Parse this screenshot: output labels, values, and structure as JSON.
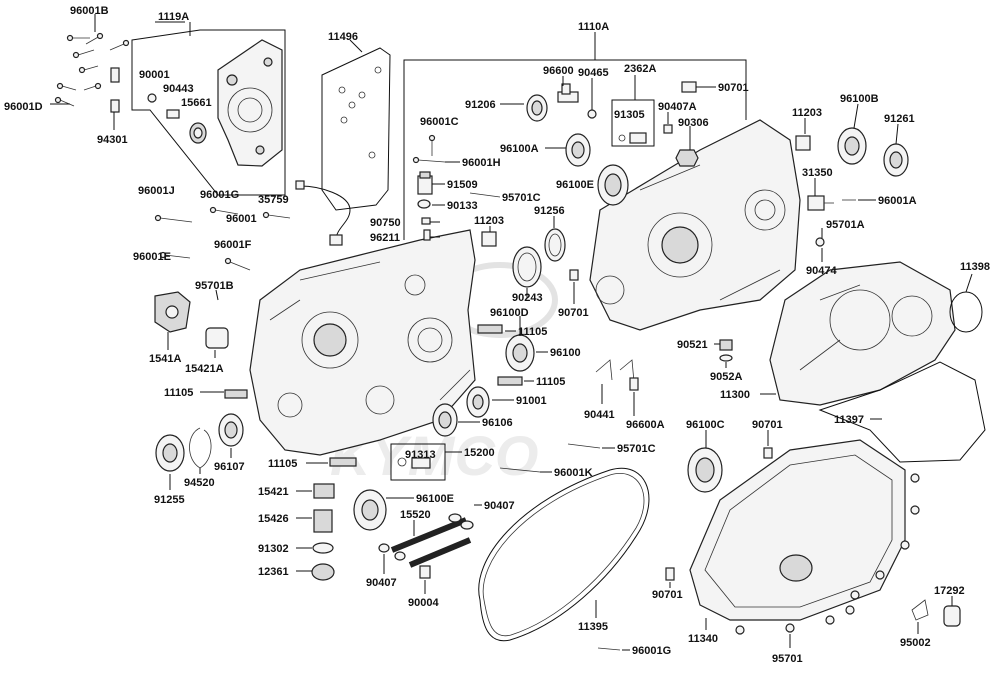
{
  "diagram": {
    "watermark": "KYMCO",
    "labels": {
      "l96001B": "96001B",
      "l96001D": "96001D",
      "l94301": "94301",
      "l1119A": "1119A",
      "l90001": "90001",
      "l90443": "90443",
      "l15661": "15661",
      "l11496": "11496",
      "l1110A": "1110A",
      "l96600": "96600",
      "l90465": "90465",
      "l2362A": "2362A",
      "l90701a": "90701",
      "l91206": "91206",
      "l91305": "91305",
      "l90407A": "90407A",
      "l90306": "90306",
      "l11203a": "11203",
      "l96100B": "96100B",
      "l91261": "91261",
      "l96001C": "96001C",
      "l96100A": "96100A",
      "l96001H": "96001H",
      "l31350": "31350",
      "l91509": "91509",
      "l96100E": "96100E",
      "l95701C": "95701C",
      "l96001A": "96001A",
      "l96001J": "96001J",
      "l96001G": "96001G",
      "l35759": "35759",
      "l90133": "90133",
      "l91256": "91256",
      "l96001": "96001",
      "l90750": "90750",
      "l11203b": "11203",
      "l95701A": "95701A",
      "l96211": "96211",
      "l96001E": "96001E",
      "l96001F": "96001F",
      "l90474": "90474",
      "l11398": "11398",
      "l95701B": "95701B",
      "l90243": "90243",
      "l90701b": "90701",
      "l96100D": "96100D",
      "l1541A": "1541A",
      "l11105a": "11105",
      "l15421A": "15421A",
      "l96100": "96100",
      "l90521": "90521",
      "l9052A": "9052A",
      "l11105b": "11105",
      "l11105c": "11105",
      "l91001": "91001",
      "l90441": "90441",
      "l96600A": "96600A",
      "l11300": "11300",
      "l96106": "96106",
      "l96100C": "96100C",
      "l90701c": "90701",
      "l11397": "11397",
      "l95701C2": "95701C",
      "l91313": "91313",
      "l15200": "15200",
      "l91255": "91255",
      "l94520": "94520",
      "l96107": "96107",
      "l11105d": "11105",
      "l96001K": "96001K",
      "l15421": "15421",
      "l96100E2": "96100E",
      "l90407a": "90407",
      "l15426": "15426",
      "l15520": "15520",
      "l91302": "91302",
      "l12361": "12361",
      "l90407b": "90407",
      "l90004": "90004",
      "l90701d": "90701",
      "l17292": "17292",
      "l11395": "11395",
      "l11340": "11340",
      "l95002": "95002",
      "l96001G2": "96001G",
      "l95701": "95701"
    }
  }
}
